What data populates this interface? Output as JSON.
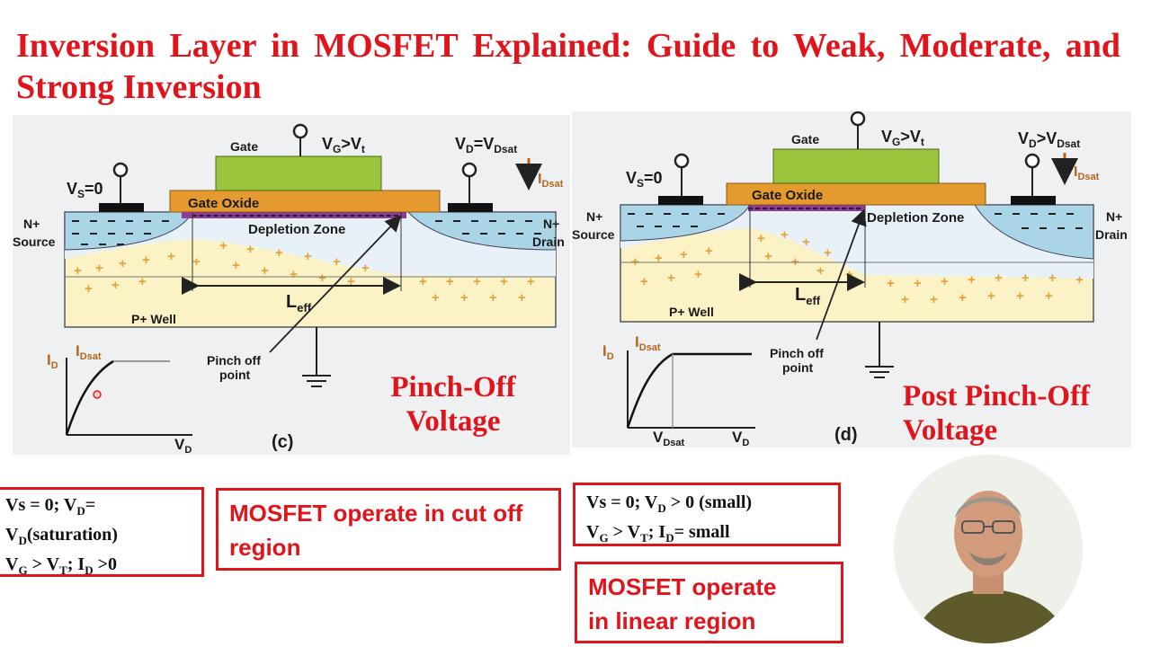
{
  "title": "Inversion Layer in MOSFET Explained: Guide to Weak, Moderate, and Strong Inversion",
  "panel_c": {
    "gate": "Gate",
    "gate_oxide": "Gate Oxide",
    "depletion_zone": "Depletion Zone",
    "vs": "V",
    "vs_sub": "S",
    "vs_val": "=0",
    "vg": "V",
    "vg_sub": "G",
    "vg_rel": ">V",
    "vg_rel_sub": "t",
    "vd": "V",
    "vd_sub": "D",
    "vd_rel": "=V",
    "vd_rel_sub": "Dsat",
    "idsat": "I",
    "idsat_sub": "Dsat",
    "source_n": "N+",
    "source": "Source",
    "drain_n": "N+",
    "drain": "Drain",
    "well": "P+ Well",
    "leff": "L",
    "leff_sub": "eff",
    "pinch_1": "Pinch off",
    "pinch_2": "point",
    "graph_id": "I",
    "graph_id_sub": "D",
    "graph_idsat": "I",
    "graph_idsat_sub": "Dsat",
    "graph_vd": "V",
    "graph_vd_sub": "D",
    "label": "(c)",
    "note_1": "Pinch-Off",
    "note_2": "Voltage"
  },
  "panel_d": {
    "gate": "Gate",
    "gate_oxide": "Gate Oxide",
    "depletion_zone": "Depletion Zone",
    "vs": "V",
    "vs_sub": "S",
    "vs_val": "=0",
    "vg": "V",
    "vg_sub": "G",
    "vg_rel": ">V",
    "vg_rel_sub": "t",
    "vd": "V",
    "vd_sub": "D",
    "vd_rel": ">V",
    "vd_rel_sub": "Dsat",
    "idsat": "I",
    "idsat_sub": "Dsat",
    "source_n": "N+",
    "source": "Source",
    "drain_n": "N+",
    "drain": "Drain",
    "well": "P+ Well",
    "leff": "L",
    "leff_sub": "eff",
    "pinch_1": "Pinch off",
    "pinch_2": "point",
    "graph_id": "I",
    "graph_id_sub": "D",
    "graph_idsat": "I",
    "graph_idsat_sub": "Dsat",
    "graph_vdsat": "V",
    "graph_vdsat_sub": "Dsat",
    "graph_vd": "V",
    "graph_vd_sub": "D",
    "label": "(d)",
    "note_1": "Post Pinch-Off",
    "note_2": "Voltage"
  },
  "box1": {
    "l1a": "Vs = 0;   V",
    "l1s": "D",
    "l1b": "=",
    "l2a": "V",
    "l2s": "D",
    "l2b": "(saturation)",
    "l3a": "V",
    "l3s": "G",
    "l3b": " > V",
    "l3s2": "T",
    "l3c": ";     I",
    "l3s3": "D",
    "l3d": " >0"
  },
  "box2": {
    "text": "MOSFET operate  in cut off region"
  },
  "box3": {
    "l1a": "Vs = 0;   V",
    "l1s": "D",
    "l1b": " > 0 (small)",
    "l2a": "V",
    "l2s": "G",
    "l2b": " > V",
    "l2s2": "T",
    "l2c": ";       I",
    "l2s3": "D",
    "l2d": "= small"
  },
  "box4": {
    "line1": "MOSFET operate",
    "line2": "in linear  region"
  },
  "colors": {
    "accent_red": "#e0141b",
    "gate_green": "#9ac43c",
    "oxide_orange": "#e49a2e",
    "n_region": "#a9d5e6",
    "p_well": "#fbf2c6",
    "plus_sign": "#e2a23a"
  }
}
